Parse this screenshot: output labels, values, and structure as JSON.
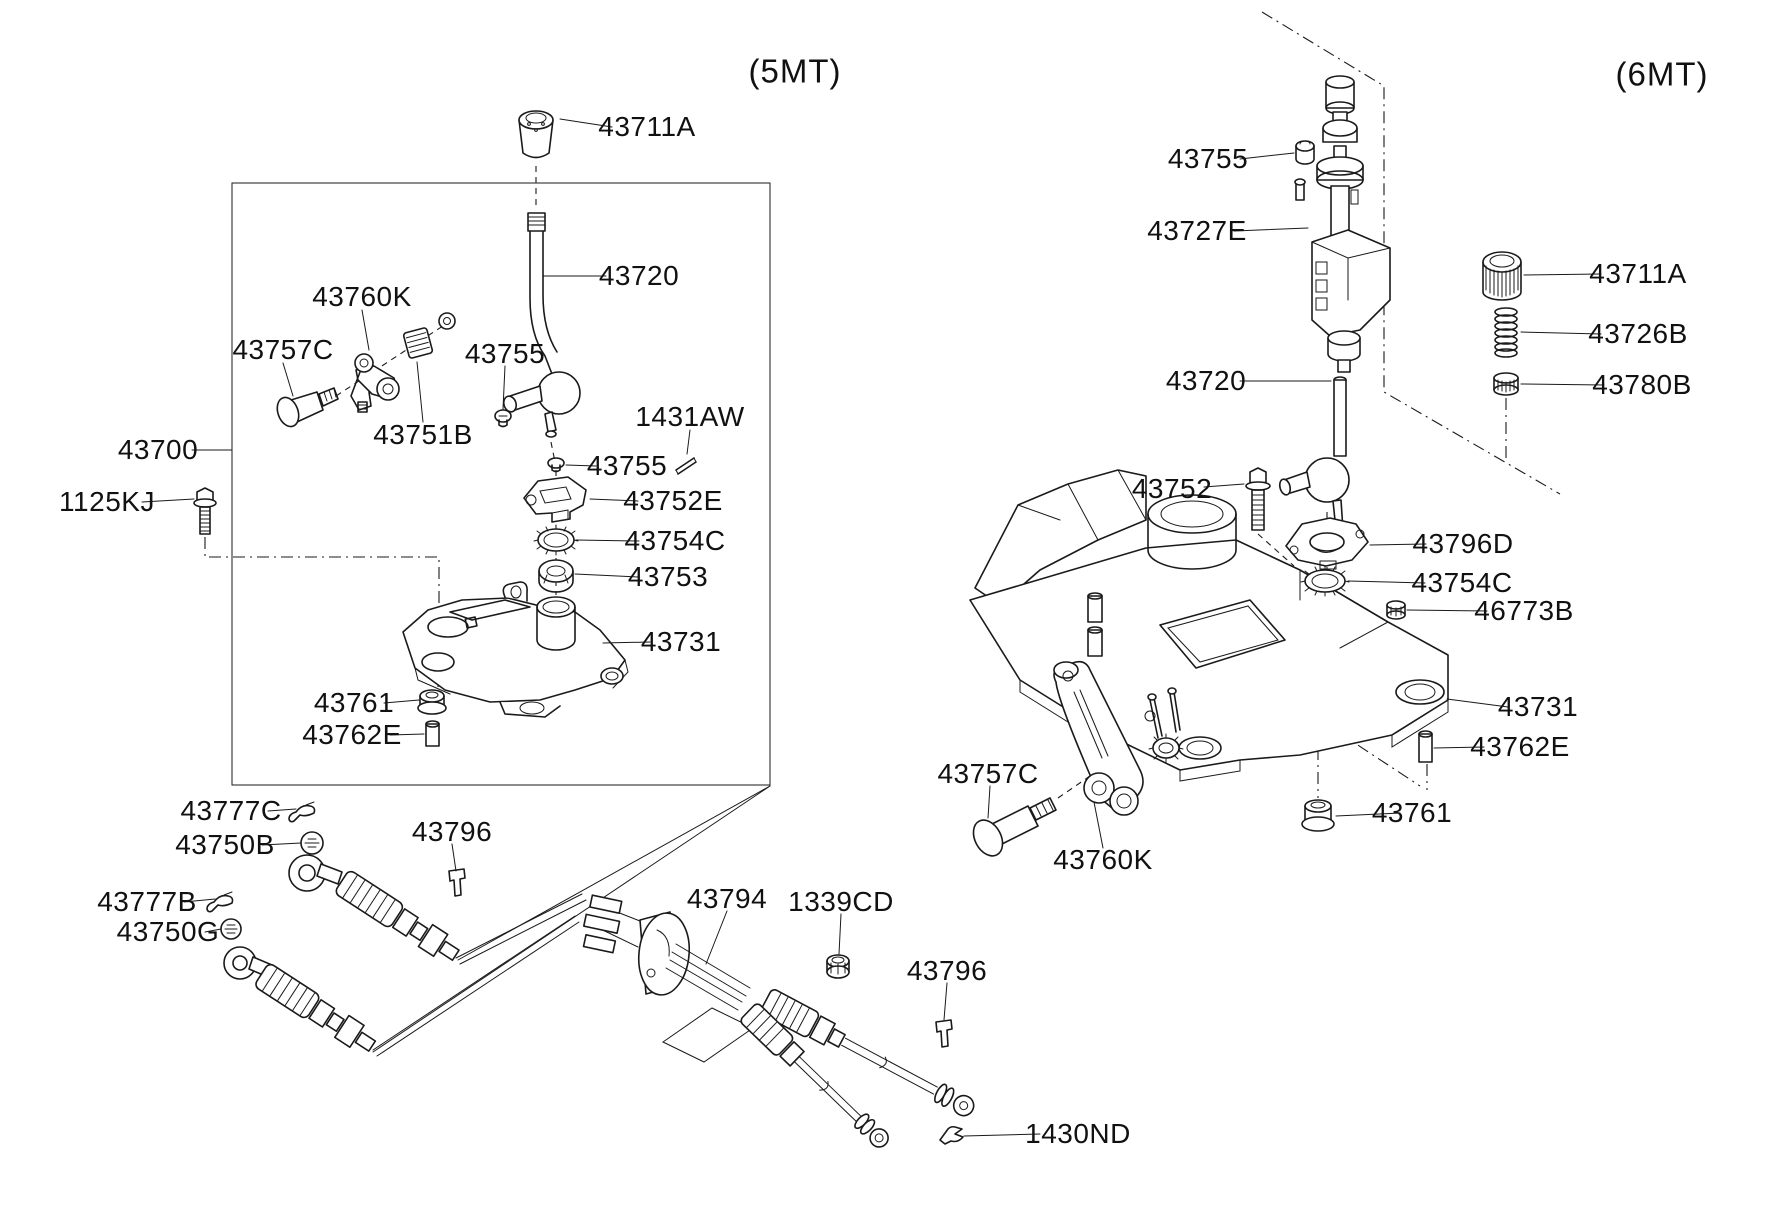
{
  "page": {
    "background_color": "#ffffff",
    "line_color": "#1a1a1a",
    "description_visible_text_only": true
  },
  "left_assembly": {
    "title": "(5MT)",
    "labels": [
      {
        "text": "43711A"
      },
      {
        "text": "43720"
      },
      {
        "text": "43760K"
      },
      {
        "text": "43757C"
      },
      {
        "text": "43755"
      },
      {
        "text": "43751B"
      },
      {
        "text": "1431AW"
      },
      {
        "text": "43700"
      },
      {
        "text": "43755"
      },
      {
        "text": "1125KJ"
      },
      {
        "text": "43752E"
      },
      {
        "text": "43754C"
      },
      {
        "text": "43753"
      },
      {
        "text": "43731"
      },
      {
        "text": "43761"
      },
      {
        "text": "43762E"
      }
    ]
  },
  "cable_assembly": {
    "labels": [
      {
        "text": "43777C"
      },
      {
        "text": "43750B"
      },
      {
        "text": "43796"
      },
      {
        "text": "43777B"
      },
      {
        "text": "43750G"
      },
      {
        "text": "43794"
      },
      {
        "text": "1339CD"
      },
      {
        "text": "43796"
      },
      {
        "text": "1430ND"
      }
    ]
  },
  "right_assembly": {
    "title": "(6MT)",
    "labels": [
      {
        "text": "43755"
      },
      {
        "text": "43727E"
      },
      {
        "text": "43711A"
      },
      {
        "text": "43726B"
      },
      {
        "text": "43780B"
      },
      {
        "text": "43720"
      },
      {
        "text": "43752"
      },
      {
        "text": "43796D"
      },
      {
        "text": "43754C"
      },
      {
        "text": "46773B"
      },
      {
        "text": "43731"
      },
      {
        "text": "43762E"
      },
      {
        "text": "43757C"
      },
      {
        "text": "43760K"
      },
      {
        "text": "43761"
      }
    ]
  }
}
